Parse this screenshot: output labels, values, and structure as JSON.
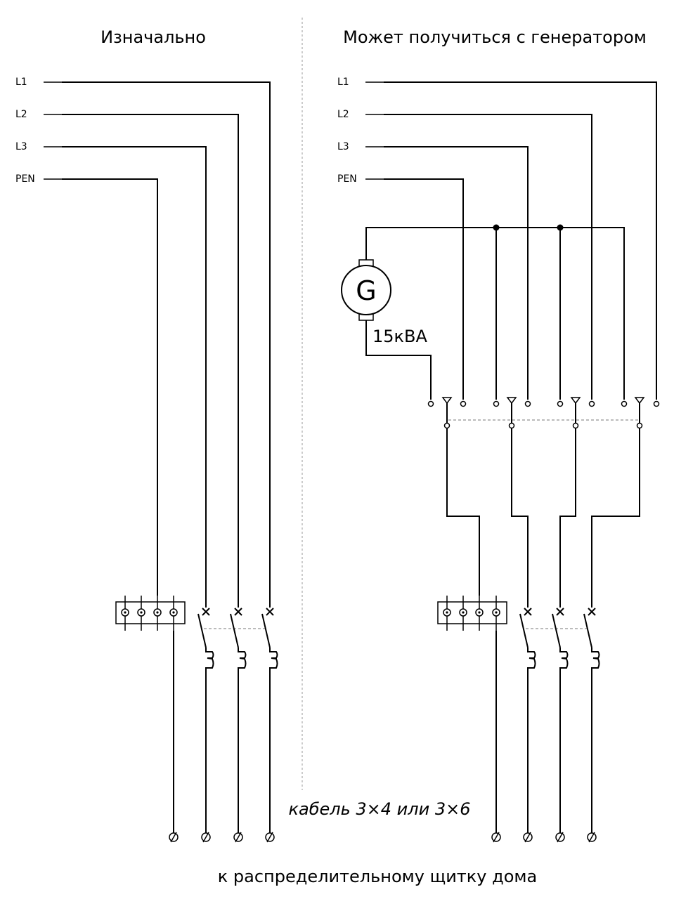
{
  "headings": {
    "left": "Изначально",
    "right": "Может получиться с генератором"
  },
  "conductors": [
    "L1",
    "L2",
    "L3",
    "PEN"
  ],
  "generator": {
    "symbol": "G",
    "rating": "15кВА"
  },
  "cable_note": "кабель 3×4 или 3×6",
  "footer": "к распределительному щитку дома"
}
